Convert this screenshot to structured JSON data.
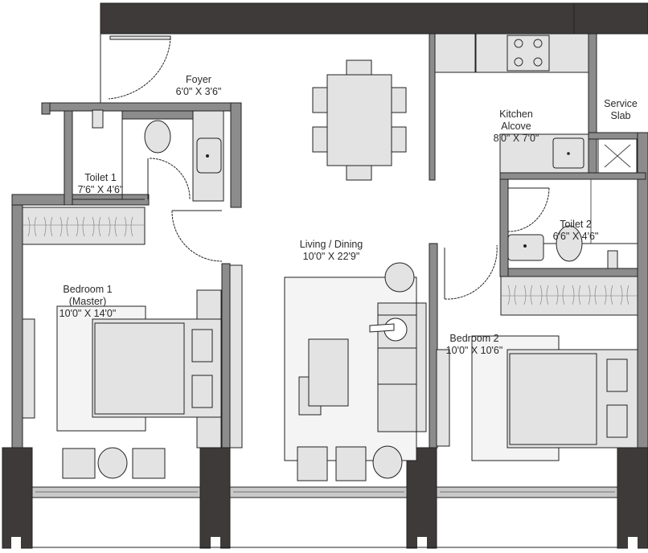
{
  "plan": {
    "colors": {
      "structure": "#3e3a39",
      "wall": "#8c8c8c",
      "furniture": "#e3e3e3",
      "rug": "#f4f4f4",
      "outline": "#222222",
      "background": "#ffffff"
    },
    "rooms": [
      {
        "id": "foyer",
        "name": "Foyer",
        "dims": "6'0\" X 3'6\""
      },
      {
        "id": "kitchen",
        "name": "Kitchen\nAlcove",
        "dims": "8'0\" X 7'0\""
      },
      {
        "id": "service",
        "name": "Service\nSlab",
        "dims": ""
      },
      {
        "id": "toilet1",
        "name": "Toilet 1",
        "dims": "7'6\" X 4'6\""
      },
      {
        "id": "toilet2",
        "name": "Toilet 2",
        "dims": "6'6\" X 4'6\""
      },
      {
        "id": "living",
        "name": "Living / Dining",
        "dims": "10'0\" X 22'9\""
      },
      {
        "id": "bedroom1",
        "name": "Bedroom 1\n(Master)",
        "dims": "10'0\" X 14'0\""
      },
      {
        "id": "bedroom2",
        "name": "Bedroom 2",
        "dims": "10'0\" X 10'6\""
      }
    ]
  }
}
